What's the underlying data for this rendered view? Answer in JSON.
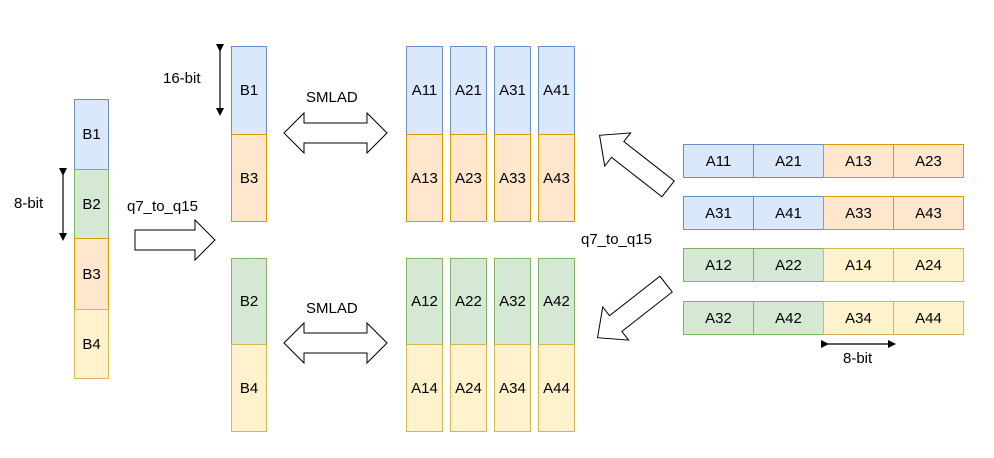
{
  "left_vector": {
    "cells": [
      "B1",
      "B2",
      "B3",
      "B4"
    ],
    "width_label": "8-bit"
  },
  "convert_label_left": "q7_to_q15",
  "expanded_b": {
    "top": [
      "B1",
      "B3"
    ],
    "bottom": [
      "B2",
      "B4"
    ],
    "width_label": "16-bit"
  },
  "smlad_label_top": "SMLAD",
  "smlad_label_bottom": "SMLAD",
  "a_columns_top": [
    {
      "hi": "A11",
      "lo": "A13"
    },
    {
      "hi": "A21",
      "lo": "A23"
    },
    {
      "hi": "A31",
      "lo": "A33"
    },
    {
      "hi": "A41",
      "lo": "A43"
    }
  ],
  "a_columns_bottom": [
    {
      "hi": "A12",
      "lo": "A14"
    },
    {
      "hi": "A22",
      "lo": "A24"
    },
    {
      "hi": "A32",
      "lo": "A34"
    },
    {
      "hi": "A42",
      "lo": "A44"
    }
  ],
  "convert_label_right": "q7_to_q15",
  "a_rows": [
    [
      "A11",
      "A21",
      "A13",
      "A23"
    ],
    [
      "A31",
      "A41",
      "A33",
      "A43"
    ],
    [
      "A12",
      "A22",
      "A14",
      "A24"
    ],
    [
      "A32",
      "A42",
      "A34",
      "A44"
    ]
  ],
  "row_width_label": "8-bit",
  "colors": {
    "blue": "#dae8fc",
    "orange": "#ffe6cc",
    "green": "#d5e8d4",
    "yellow": "#fff2cc"
  }
}
